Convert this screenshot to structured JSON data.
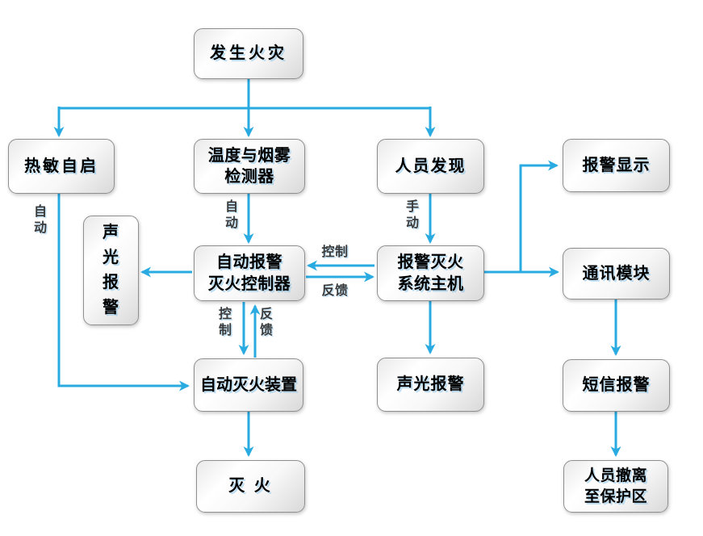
{
  "diagram": {
    "type": "flowchart",
    "arrow_color": "#29abe2",
    "nodes": {
      "fire_occurs": {
        "label": "发生火灾"
      },
      "thermal_self_start": {
        "label": "热敏自启"
      },
      "temp_smoke_detector": {
        "label": "温度与烟雾\n检测器"
      },
      "person_discovery": {
        "label": "人员发现"
      },
      "alarm_display": {
        "label": "报警显示"
      },
      "sound_light_alarm_left": {
        "label": "声\n光\n报\n警"
      },
      "auto_alarm_controller": {
        "label": "自动报警\n灭火控制器"
      },
      "alarm_system_host": {
        "label": "报警灭火\n系统主机"
      },
      "comm_module": {
        "label": "通讯模块"
      },
      "auto_extinguish_device": {
        "label": "自动灭火装置"
      },
      "sound_light_alarm_bottom": {
        "label": "声光报警"
      },
      "sms_alarm": {
        "label": "短信报警"
      },
      "extinguish": {
        "label": "灭 火"
      },
      "evacuate": {
        "label": "人员撤离\n至保护区"
      }
    },
    "edge_labels": {
      "auto_left": "自\n动",
      "auto_center": "自\n动",
      "manual": "手\n动",
      "control_h": "控制",
      "feedback_h": "反馈",
      "control_v": "控\n制",
      "feedback_v": "反\n馈"
    }
  }
}
